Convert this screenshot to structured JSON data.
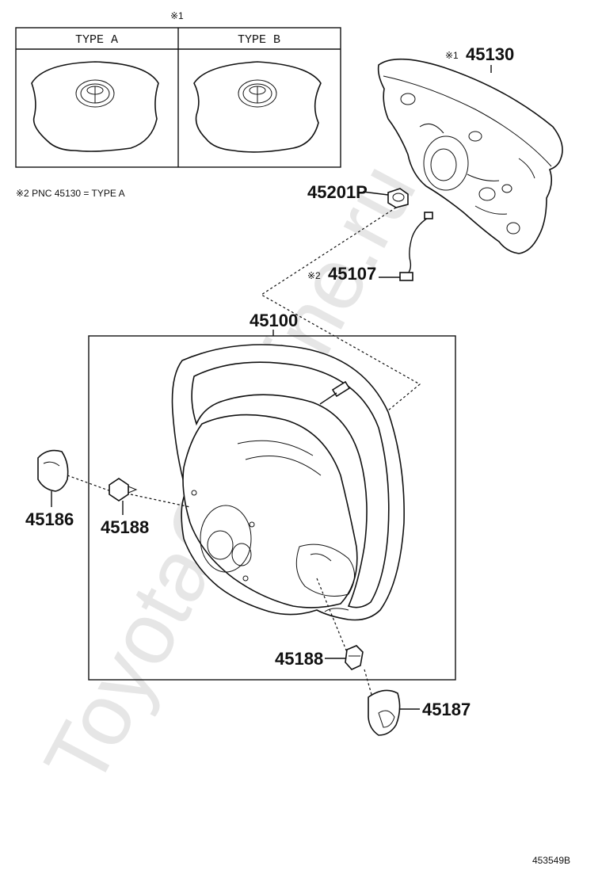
{
  "watermark": "ToyotaCarMine.ru",
  "variants": {
    "note_mark": "※1",
    "type_a": "TYPE  A",
    "type_b": "TYPE  B"
  },
  "footnote": "※2 PNC 45130 = TYPE A",
  "labels": {
    "p45130_mark": "※1",
    "p45130": "45130",
    "p45201p": "45201P",
    "p45107_mark": "※2",
    "p45107": "45107",
    "p45100": "45100",
    "p45186": "45186",
    "p45188_left": "45188",
    "p45188_bottom": "45188",
    "p45187": "45187"
  },
  "diagram_code": "453549B"
}
